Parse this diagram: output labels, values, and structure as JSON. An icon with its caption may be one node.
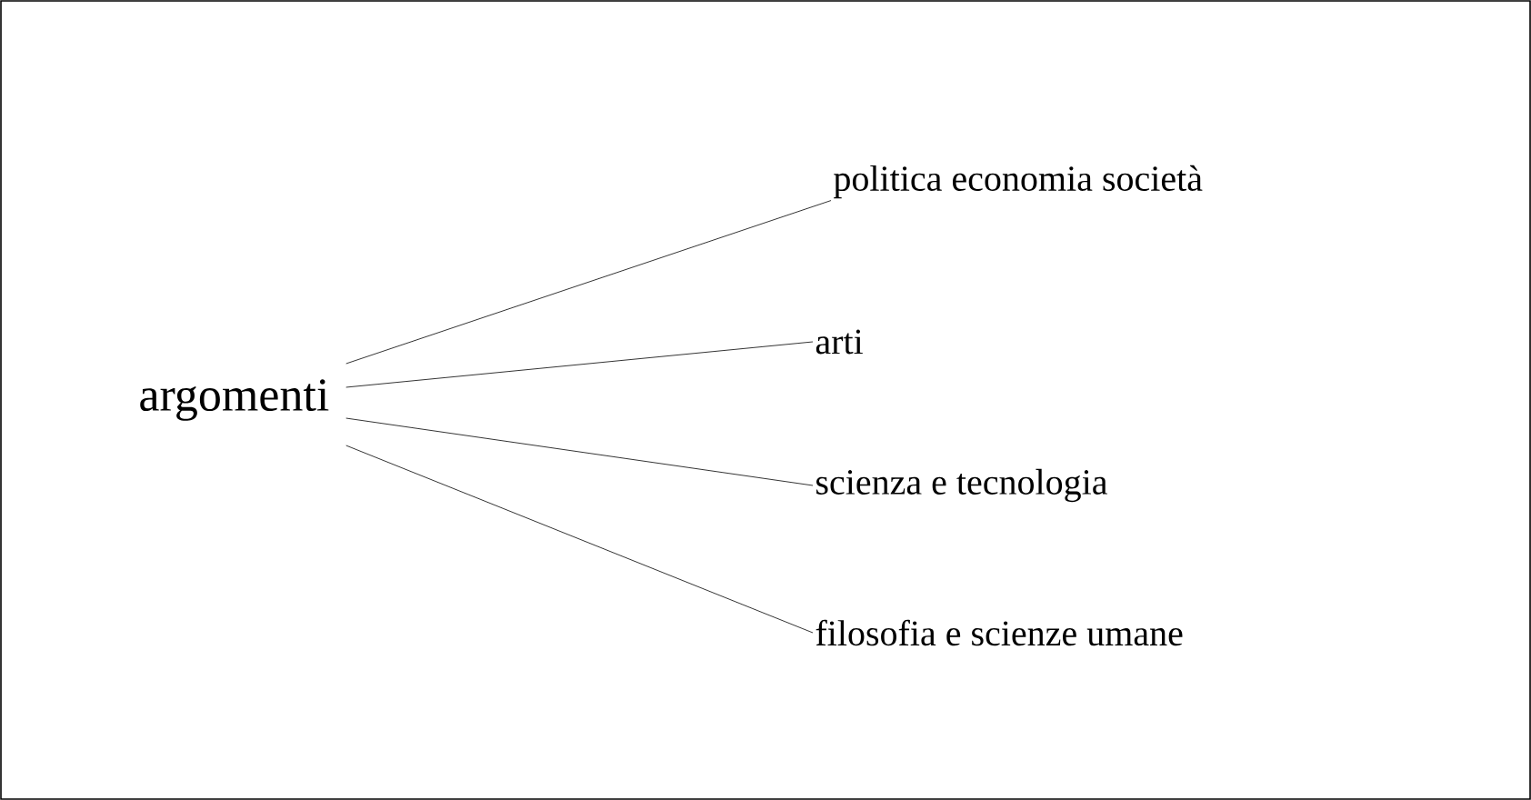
{
  "diagram": {
    "nodes": [
      {
        "text": [
          "argomenti"
        ]
      },
      {
        "text": [
          "politica economia società"
        ]
      },
      {
        "text": [
          "arti"
        ]
      },
      {
        "text": [
          "scienza e tecnologia"
        ]
      },
      {
        "text": [
          "filosofia e scienze umane"
        ]
      }
    ],
    "edges": [
      {
        "from": 0,
        "to": 1,
        "arrow": "none"
      },
      {
        "from": 0,
        "to": 2,
        "arrow": "none"
      },
      {
        "from": 0,
        "to": 3,
        "arrow": "none"
      },
      {
        "from": 0,
        "to": 4,
        "arrow": "none"
      }
    ]
  }
}
